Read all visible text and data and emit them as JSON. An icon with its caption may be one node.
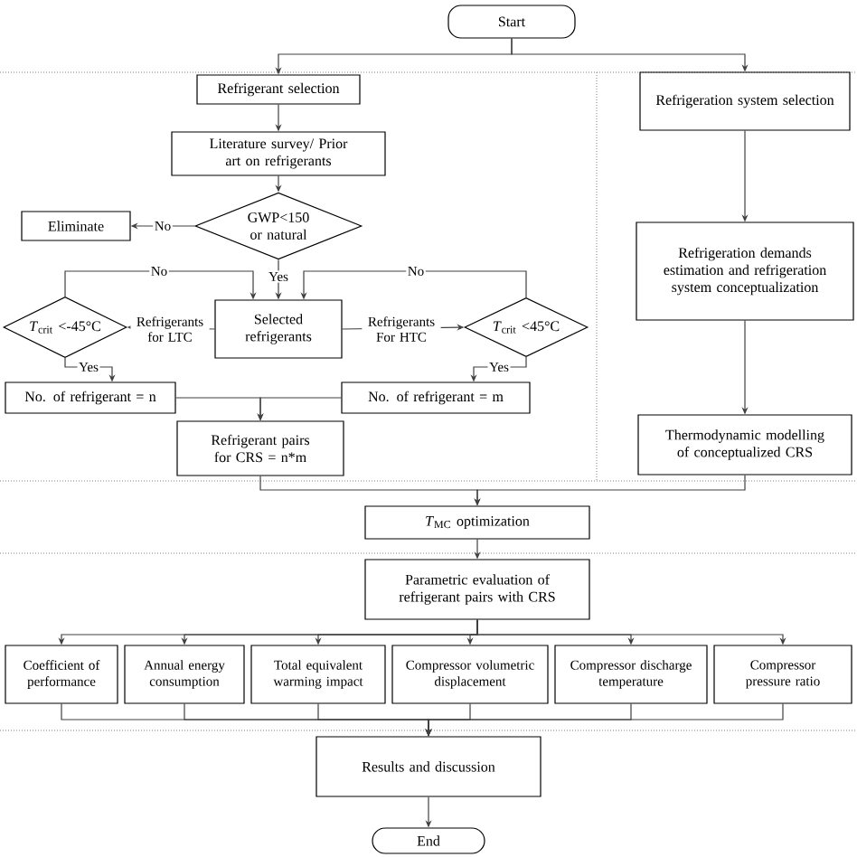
{
  "diagram": {
    "nodes": [
      {
        "text": [
          "Start"
        ]
      },
      {
        "text": [
          "Refrigerant selection"
        ]
      },
      {
        "text": [
          "Literature survey/ Prior art on refrigerants"
        ]
      },
      {
        "text": [
          "GWP<150 or natural"
        ]
      },
      {
        "text": [
          "Eliminate"
        ]
      },
      {
        "text": [
          "Selected refrigerants"
        ]
      },
      {
        "text": [
          "*T*$_{crit}$ <-45°C"
        ]
      },
      {
        "text": [
          "*T*$_{crit}$ <45°C"
        ]
      },
      {
        "text": [
          "No. of refrigerant = n"
        ]
      },
      {
        "text": [
          "No. of refrigerant = m"
        ]
      },
      {
        "text": [
          "Refrigerant pairs for CRS = n*m"
        ]
      },
      {
        "text": [
          "Refrigeration system selection"
        ]
      },
      {
        "text": [
          "Refrigeration demands estimation and refrigeration system conceptualization"
        ]
      },
      {
        "text": [
          "Thermodynamic modelling of conceptualized CRS"
        ]
      },
      {
        "text": [
          "*T*$_{MC}$ optimization"
        ]
      },
      {
        "text": [
          "Parametric evaluation of refrigerant pairs with CRS"
        ]
      },
      {
        "text": [
          "Coefficient of performance"
        ]
      },
      {
        "text": [
          "Annual energy consumption"
        ]
      },
      {
        "text": [
          "Total equivalent warming impact"
        ]
      },
      {
        "text": [
          "Compressor volumetric displacement"
        ]
      },
      {
        "text": [
          "Compressor discharge temperature"
        ]
      },
      {
        "text": [
          "Compressor pressure ratio"
        ]
      },
      {
        "text": [
          "Results and discussion"
        ]
      },
      {
        "text": [
          "End"
        ]
      }
    ],
    "edges": [
      {
        "from": 0,
        "to": 1,
        "arrow": "to"
      },
      {
        "from": 0,
        "to": 11,
        "arrow": "to"
      },
      {
        "from": 1,
        "to": 2,
        "arrow": "to"
      },
      {
        "from": 2,
        "to": 3,
        "arrow": "to"
      },
      {
        "from": 3,
        "to": 4,
        "arrow": "to",
        "label": "No"
      },
      {
        "from": 3,
        "to": 5,
        "arrow": "to",
        "label": "Yes"
      },
      {
        "from": 5,
        "to": 6,
        "arrow": "to",
        "label": "Refrigerants for LTC"
      },
      {
        "from": 6,
        "to": 5,
        "arrow": "to",
        "label": "No"
      },
      {
        "from": 6,
        "to": 8,
        "arrow": "to",
        "label": "Yes"
      },
      {
        "from": 5,
        "to": 7,
        "arrow": "to",
        "label": "Refrigerants For HTC"
      },
      {
        "from": 7,
        "to": 5,
        "arrow": "to",
        "label": "No"
      },
      {
        "from": 7,
        "to": 9,
        "arrow": "to",
        "label": "Yes"
      },
      {
        "from": 8,
        "to": 10,
        "arrow": "to"
      },
      {
        "from": 9,
        "to": 10,
        "arrow": "to"
      },
      {
        "from": 11,
        "to": 12,
        "arrow": "to"
      },
      {
        "from": 12,
        "to": 13,
        "arrow": "to"
      },
      {
        "from": 10,
        "to": 14,
        "arrow": "to"
      },
      {
        "from": 13,
        "to": 14,
        "arrow": "to"
      },
      {
        "from": 14,
        "to": 15,
        "arrow": "to"
      },
      {
        "from": 15,
        "to": 16,
        "arrow": "to"
      },
      {
        "from": 15,
        "to": 17,
        "arrow": "to"
      },
      {
        "from": 15,
        "to": 18,
        "arrow": "to"
      },
      {
        "from": 15,
        "to": 19,
        "arrow": "to"
      },
      {
        "from": 15,
        "to": 20,
        "arrow": "to"
      },
      {
        "from": 15,
        "to": 21,
        "arrow": "to"
      },
      {
        "from": 16,
        "to": 22,
        "arrow": "to"
      },
      {
        "from": 17,
        "to": 22,
        "arrow": "to"
      },
      {
        "from": 18,
        "to": 22,
        "arrow": "to"
      },
      {
        "from": 19,
        "to": 22,
        "arrow": "to"
      },
      {
        "from": 20,
        "to": 22,
        "arrow": "to"
      },
      {
        "from": 21,
        "to": 22,
        "arrow": "to"
      },
      {
        "from": 22,
        "to": 23,
        "arrow": "to"
      }
    ]
  }
}
